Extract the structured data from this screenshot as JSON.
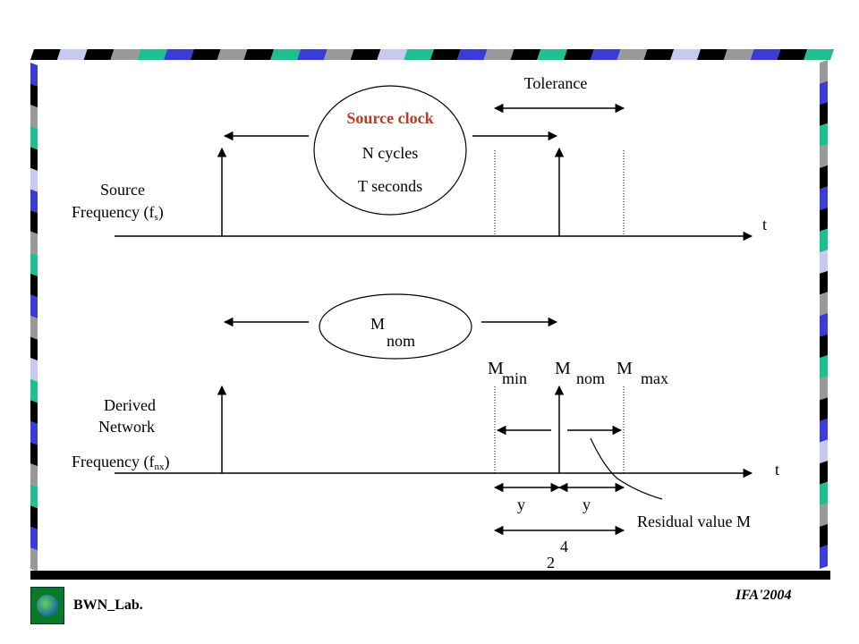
{
  "top": {
    "tolerance_label": "Tolerance",
    "source_clock_title": "Source clock",
    "n_cycles": "N cycles",
    "t_seconds": "T seconds",
    "axis_label_line1": "Source",
    "axis_label_line2": "Frequency (f",
    "axis_label_sub": "s",
    "axis_label_close": ")",
    "time_label": "t"
  },
  "bottom": {
    "mnom_M": "M",
    "mnom_sub": "nom",
    "m_min_M": "M",
    "m_min_sub": "min",
    "m_nom_M": "M",
    "m_nom_sub": "nom",
    "m_max_M": "M",
    "m_max_sub": "max",
    "axis_label_line1": "Derived",
    "axis_label_line2": "Network",
    "axis_label_line3": "Frequency (f",
    "axis_label_sub": "nx",
    "axis_label_close": ")",
    "time_label": "t",
    "y_left": "y",
    "y_right": "y",
    "residual_label": "Residual value M",
    "power_base": "2",
    "power_exp": "4"
  },
  "footer": {
    "brand": "BWN_Lab.",
    "conference": "IFA'2004"
  },
  "colors": {
    "border_palette": [
      "#000000",
      "#3b3bd6",
      "#999999",
      "#1fbf8f",
      "#c8c8f0",
      "#ffffff"
    ],
    "accent_red": "#c0392b"
  }
}
